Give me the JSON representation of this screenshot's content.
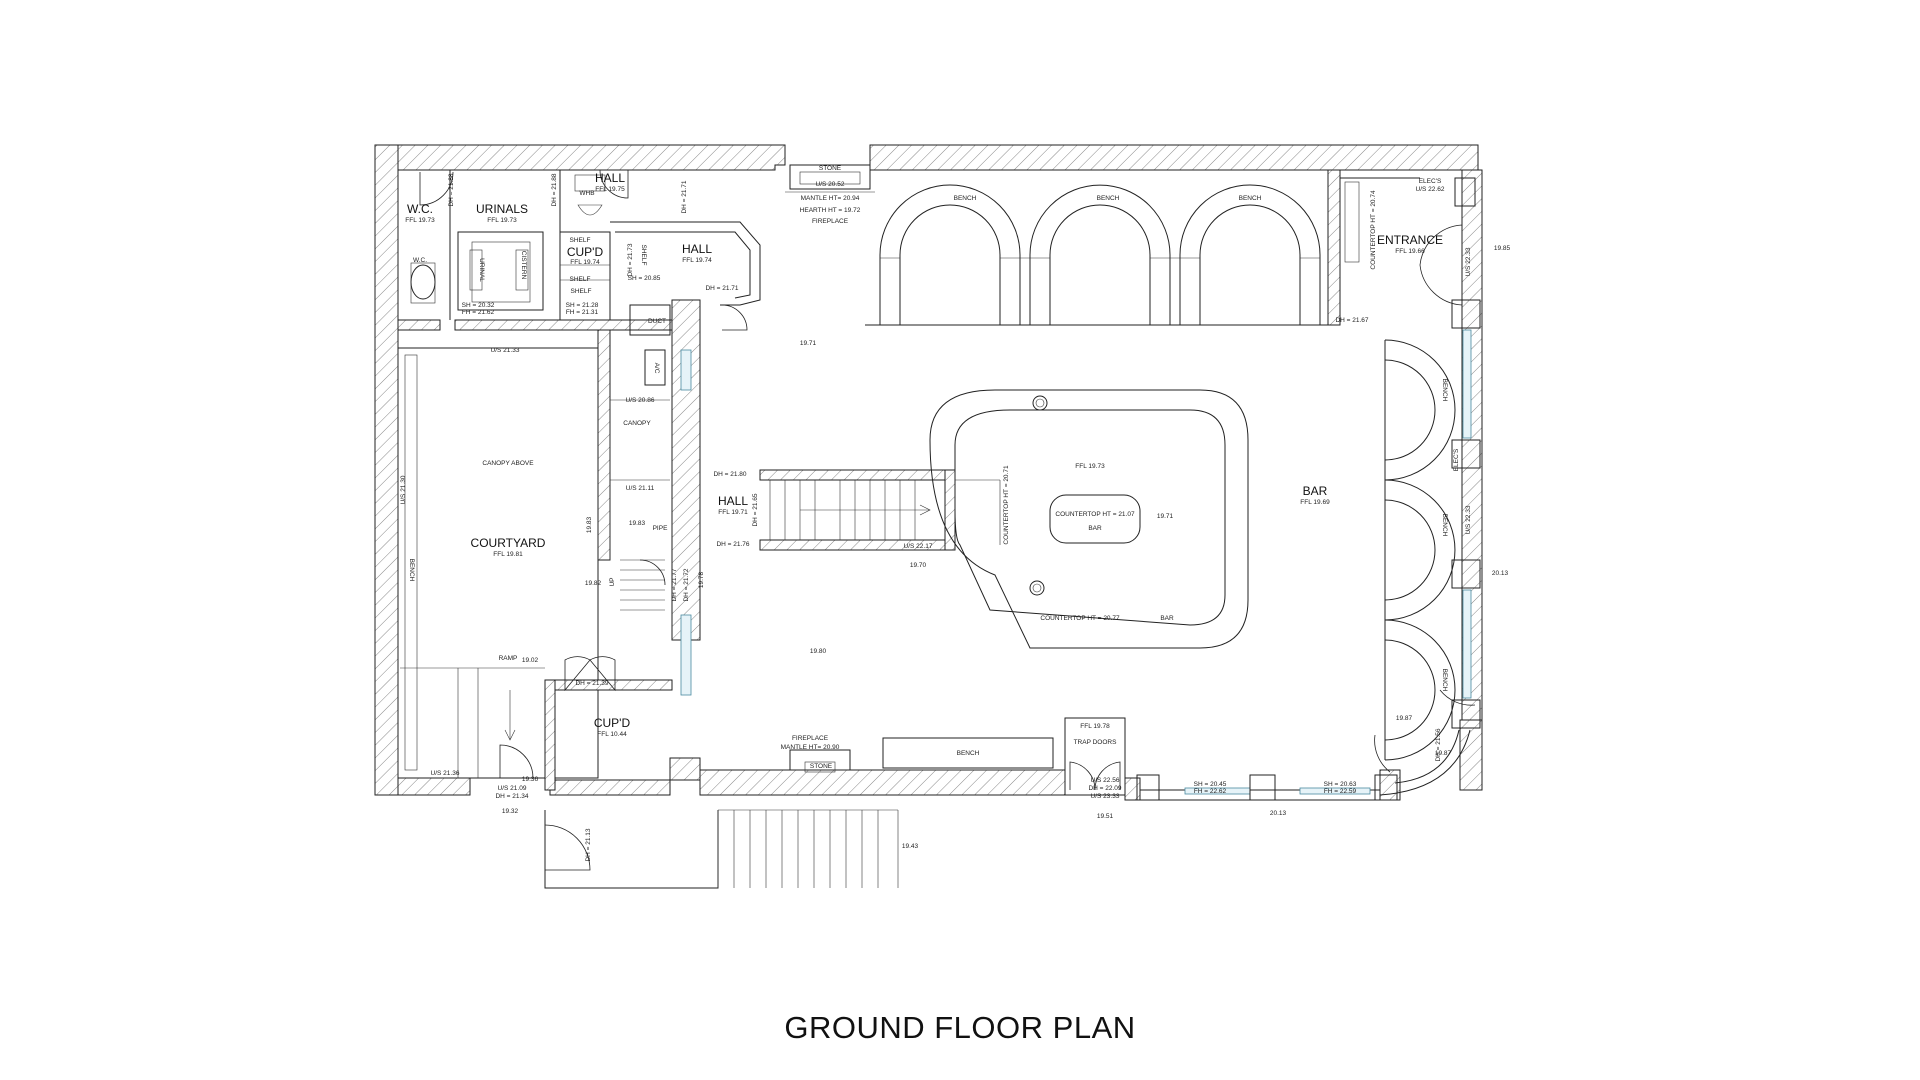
{
  "title": "GROUND FLOOR PLAN",
  "rooms": {
    "wc": {
      "name": "W.C.",
      "ffl": "FFL 19.73"
    },
    "urinals": {
      "name": "URINALS",
      "ffl": "FFL 19.73"
    },
    "hall_top": {
      "name": "HALL",
      "ffl": "FFL 19.75"
    },
    "cupd_top": {
      "name": "CUP'D",
      "ffl": "FFL 19.74"
    },
    "hall_top_right": {
      "name": "HALL",
      "ffl": "FFL 19.74"
    },
    "entrance": {
      "name": "ENTRANCE",
      "ffl": "FFL 19.66"
    },
    "courtyard": {
      "name": "COURTYARD",
      "ffl": "FFL 19.81"
    },
    "hall_mid": {
      "name": "HALL",
      "ffl": "FFL 19.71"
    },
    "bar": {
      "name": "BAR",
      "ffl": "FFL 19.69"
    },
    "cupd_bottom": {
      "name": "CUP'D",
      "ffl": "FFL 10.44"
    }
  },
  "labels": {
    "bench": "BENCH",
    "fireplace": "FIREPLACE",
    "stone": "STONE",
    "mantle_top": "MANTLE HT= 20.94",
    "hearth": "HEARTH HT = 19.72",
    "us_fireplace": "U/S 20.52",
    "mantle_bottom": "MANTLE HT= 20.90",
    "canopy_above": "CANOPY ABOVE",
    "canopy": "CANOPY",
    "ramp": "RAMP",
    "up": "UP",
    "pipe": "PIPE",
    "duct": "DUCT",
    "ac": "A/C",
    "shelf": "SHELF",
    "whb": "WHB",
    "cistern": "CISTERN",
    "urinal": "URINAL",
    "wc_small": "W.C.",
    "elecs": "ELEC'S",
    "trap_doors": "TRAP DOORS",
    "ffl_trap": "FFL 19.78",
    "bar_ffl": "FFL 19.73",
    "countertop_center": "COUNTERTOP HT = 21.07",
    "bar_small": "BAR",
    "countertop_bottom": "COUNTERTOP HT = 20.77",
    "countertop_left": "COUNTERTOP HT = 20.71",
    "countertop_entrance": "COUNTERTOP HT = 20.74"
  },
  "dims": {
    "dh_2188": "DH = 21.88",
    "dh_2188b": "DH = 21.88",
    "dh_2171": "DH = 21.71",
    "dh_2173": "DH = 21.73",
    "dh_2171b": "DH = 21.71",
    "dh_2167": "DH = 21.67",
    "dh_2180": "DH = 21.80",
    "dh_2165": "DH = 21.65",
    "dh_2176": "DH = 21.76",
    "dh_2139": "DH = 21.39",
    "dh_2172": "DH = 21.72",
    "dh_2177": "DH = 21.77",
    "dh_2113": "DH = 21.13",
    "dh_2156": "DH = 21.56",
    "dh_2209": "DH = 22.09",
    "us_2133": "U/S 21.33",
    "us_2130": "U/S 21.30",
    "us_2136": "U/S 21.36",
    "us_2086": "U/S 20.86",
    "us_2111": "U/S 21.11",
    "us_2217": "U/S 22.17",
    "us_2233": "U/S 22.33",
    "us_2333": "U/S 23.33",
    "us_2256": "U/S 22.56",
    "us_2262": "U/S 22.62",
    "us_2109": "U/S 21.09",
    "sh_2032": "SH = 20.32",
    "fh_2162": "FH = 21.62",
    "sh_2128": "SH = 21.28",
    "fh_2131": "FH = 21.31",
    "sh_2085": "SH = 20.85",
    "sh_2063": "SH = 20.63",
    "fh_2259": "FH = 22.59",
    "sh_2045": "SH = 20.45",
    "fh_2262": "FH = 22.62",
    "l_1971": "19.71",
    "l_1971b": "19.71",
    "l_1970": "19.70",
    "l_1983": "19.83",
    "l_1983b": "19.83",
    "l_1982": "19.82",
    "l_1978": "19.78",
    "l_1980": "19.80",
    "l_1902": "19.02",
    "l_1936": "19.36",
    "l_1932": "19.32",
    "l_1943": "19.43",
    "l_1951": "19.51",
    "l_2013": "20.13",
    "l_2013b": "20.13",
    "l_1987": "19.87",
    "l_1987b": "19.87",
    "l_1985": "19.85",
    "dh_2134": "DH = 21.34"
  }
}
